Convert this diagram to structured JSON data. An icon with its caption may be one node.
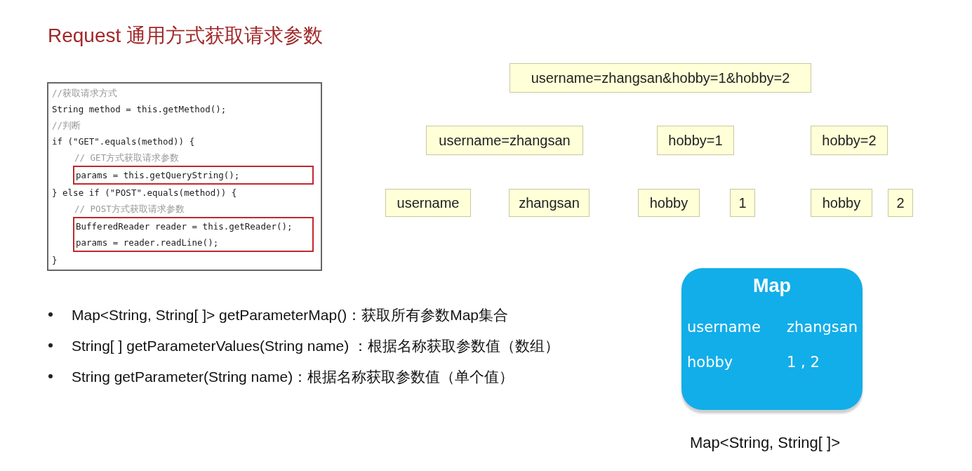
{
  "diagram": {
    "title": "Request 通用方式获取请求参数",
    "nodes": [
      {
        "text": [
          "//获取请求方式",
          "String method = this.getMethod();",
          "//判断",
          "if (\"GET\".equals(method)) {",
          "// GET方式获取请求参数",
          "} else if (\"POST\".equals(method)) {",
          "// POST方式获取请求参数",
          "}"
        ]
      },
      {
        "text": [
          "params = this.getQueryString();"
        ],
        "in": 0
      },
      {
        "text": [
          "BufferedReader reader = this.getReader();",
          "params = reader.readLine();"
        ],
        "in": 0
      },
      {
        "text": [
          "username=zhangsan&hobby=1&hobby=2"
        ]
      },
      {
        "text": [
          "username=zhangsan"
        ]
      },
      {
        "text": [
          "hobby=1"
        ]
      },
      {
        "text": [
          "hobby=2"
        ]
      },
      {
        "text": [
          "username"
        ]
      },
      {
        "text": [
          "zhangsan"
        ]
      },
      {
        "text": [
          "hobby"
        ]
      },
      {
        "text": [
          "1"
        ]
      },
      {
        "text": [
          "hobby"
        ]
      },
      {
        "text": [
          "2"
        ]
      },
      {
        "text": [
          "Map",
          "username",
          "zhangsan",
          "hobby",
          "1 , 2"
        ],
        "beside": [
          "Map<String, String[ ]>"
        ]
      }
    ],
    "edges": [],
    "labels": [
      "Map<String, String[ ]> getParameterMap()：获取所有参数Map集合",
      "String[ ] getParameterValues(String name) ：根据名称获取参数值（数组）",
      "String getParameter(String name)：根据名称获取参数值（单个值）"
    ]
  }
}
